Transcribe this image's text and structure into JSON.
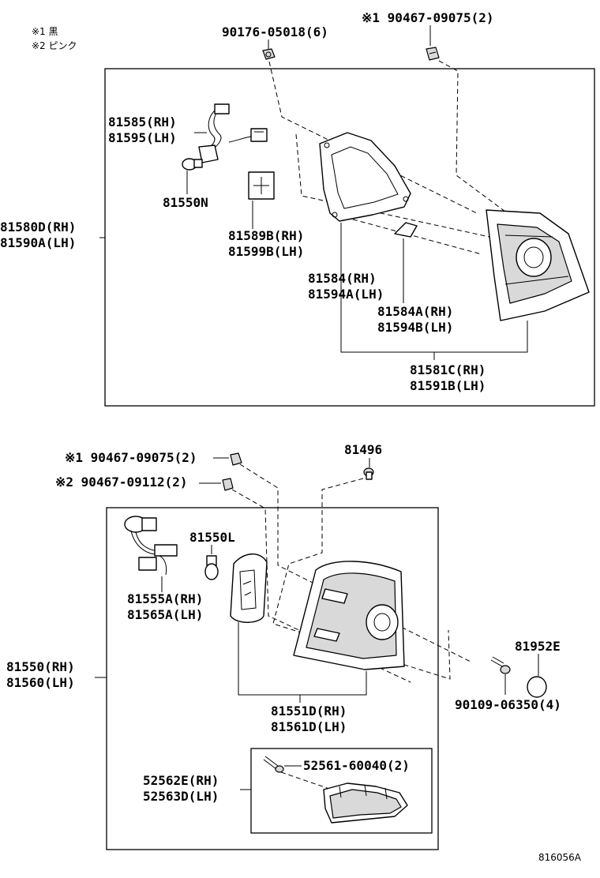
{
  "notes": {
    "n1": "※1 黒",
    "n2": "※2 ピンク"
  },
  "upper": {
    "screw_90176": "90176-05018(6)",
    "clip_top": "※1 90467-09075(2)",
    "socket_rh": "81585(RH)",
    "socket_lh": "81595(LH)",
    "bulb": "81550N",
    "assy_rh": "81580D(RH)",
    "assy_lh": "81590A(LH)",
    "label_rh": "81589B(RH)",
    "label_lh": "81599B(LH)",
    "gasket_rh": "81584(RH)",
    "gasket_lh": "81594A(LH)",
    "pad_rh": "81584A(RH)",
    "pad_lh": "81594B(LH)",
    "lens_rh": "81581C(RH)",
    "lens_lh": "81591B(LH)"
  },
  "lower": {
    "clip1": "※1 90467-09075(2)",
    "clip2": "※2 90467-09112(2)",
    "nut": "81496",
    "bulb": "81550L",
    "socket_rh": "81555A(RH)",
    "socket_lh": "81565A(LH)",
    "assy_rh": "81550(RH)",
    "assy_lh": "81560(LH)",
    "lens_rh": "81551D(RH)",
    "lens_lh": "81561D(LH)",
    "reflector_part": "81952E",
    "bolt": "90109-06350(4)",
    "reflex_rh": "52562E(RH)",
    "reflex_lh": "52563D(LH)",
    "screw_reflex": "52561-60040(2)"
  },
  "illustration_code": "816056A"
}
